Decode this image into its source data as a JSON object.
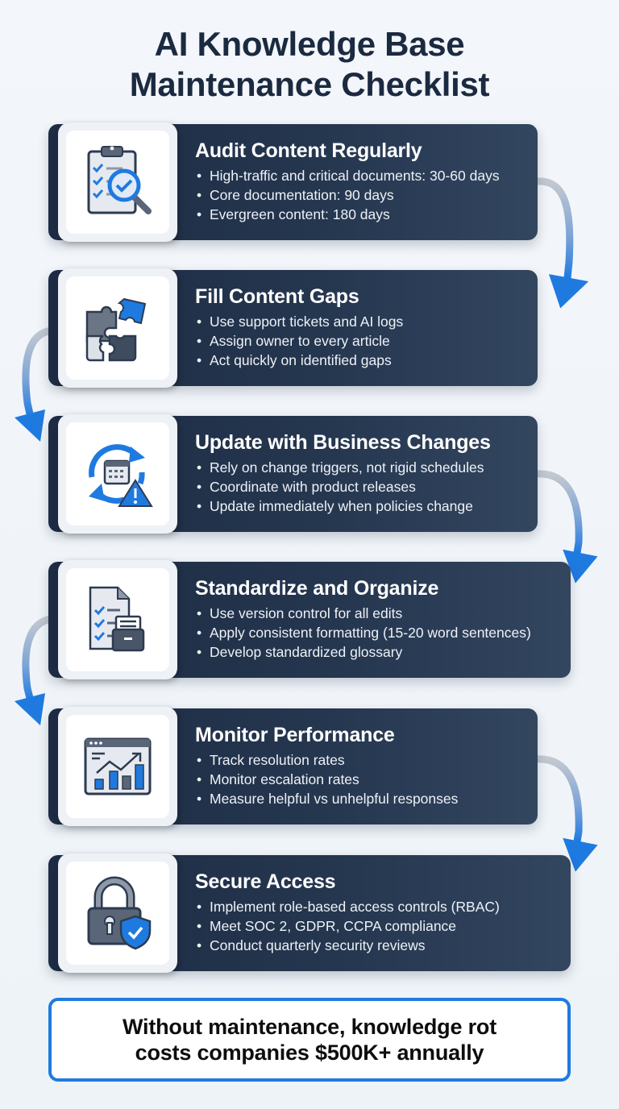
{
  "title": {
    "line1": "AI Knowledge Base",
    "line2": "Maintenance Checklist"
  },
  "colors": {
    "background": "#f1f5f9",
    "card_dark": "#1d2c44",
    "accent_blue": "#1f7ae0",
    "title_text": "#1b2a40"
  },
  "steps": [
    {
      "icon": "clipboard-magnifier-check-icon",
      "title": "Audit Content Regularly",
      "bullets": [
        "High-traffic and critical documents: 30-60 days",
        "Core documentation: 90 days",
        "Evergreen content: 180 days"
      ]
    },
    {
      "icon": "puzzle-pieces-icon",
      "title": "Fill Content Gaps",
      "bullets": [
        "Use support tickets and AI logs",
        "Assign owner to every article",
        "Act quickly on identified gaps"
      ]
    },
    {
      "icon": "calendar-refresh-warning-icon",
      "title": "Update with Business Changes",
      "bullets": [
        "Rely on change triggers, not rigid schedules",
        "Coordinate with product releases",
        "Update immediately when policies change"
      ]
    },
    {
      "icon": "document-checklist-archive-icon",
      "title": "Standardize and Organize",
      "bullets": [
        "Use version control for all edits",
        "Apply consistent formatting (15-20 word sentences)",
        "Develop standardized glossary"
      ]
    },
    {
      "icon": "dashboard-chart-icon",
      "title": "Monitor Performance",
      "bullets": [
        "Track resolution rates",
        "Monitor escalation rates",
        "Measure helpful vs unhelpful responses"
      ]
    },
    {
      "icon": "padlock-shield-icon",
      "title": "Secure Access",
      "bullets": [
        "Implement role-based access controls (RBAC)",
        "Meet SOC 2, GDPR, CCPA compliance",
        "Conduct quarterly security reviews"
      ]
    }
  ],
  "footer": {
    "line1": "Without maintenance, knowledge rot",
    "line2": "costs companies $500K+ annually"
  }
}
